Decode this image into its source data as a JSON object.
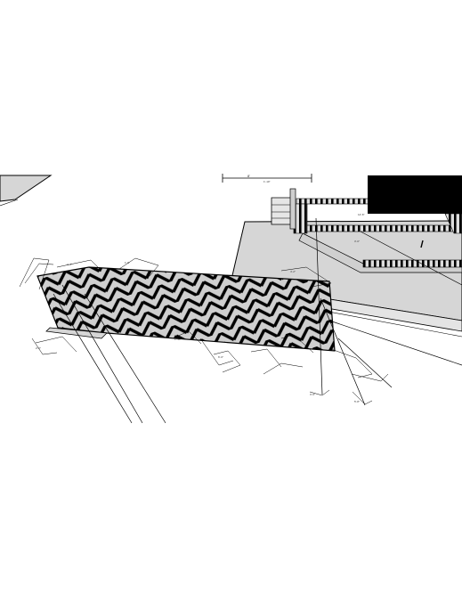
{
  "drawing": {
    "top_dimension_label": "8'",
    "top_dimension_sub": "1'-10\"",
    "faint_labels": [
      "12'-6\"",
      "3'-0\"",
      "2'-4\"",
      "1'-6\"",
      "4'-2\"",
      "2'-0\"",
      "1'-10\"",
      "6'-0\"",
      "3'-6\"",
      "5'-8\""
    ],
    "colors": {
      "fill": "#d6d6d6",
      "line": "#000000",
      "tile": "#cccccc",
      "background": "#ffffff"
    }
  }
}
